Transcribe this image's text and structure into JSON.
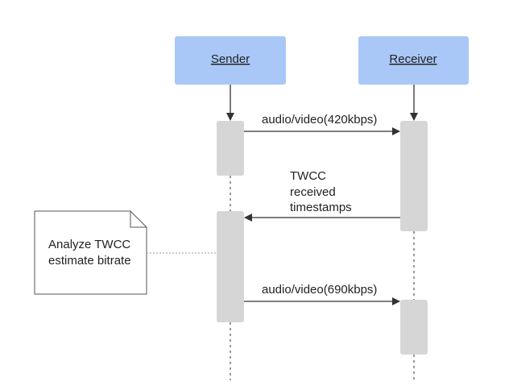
{
  "participants": {
    "sender": {
      "label": "Sender"
    },
    "receiver": {
      "label": "Receiver"
    }
  },
  "messages": {
    "m1": {
      "label": "audio/video(420kbps)"
    },
    "m2": {
      "lines": [
        "TWCC",
        "received",
        "timestamps"
      ]
    },
    "m3": {
      "label": "audio/video(690kbps)"
    }
  },
  "note": {
    "lines": [
      "Analyze TWCC",
      "estimate bitrate"
    ]
  },
  "colors": {
    "participant_fill": "#a9c8f8",
    "activation_fill": "#d6d6d6",
    "line": "#333333",
    "note_stroke": "#555555"
  }
}
